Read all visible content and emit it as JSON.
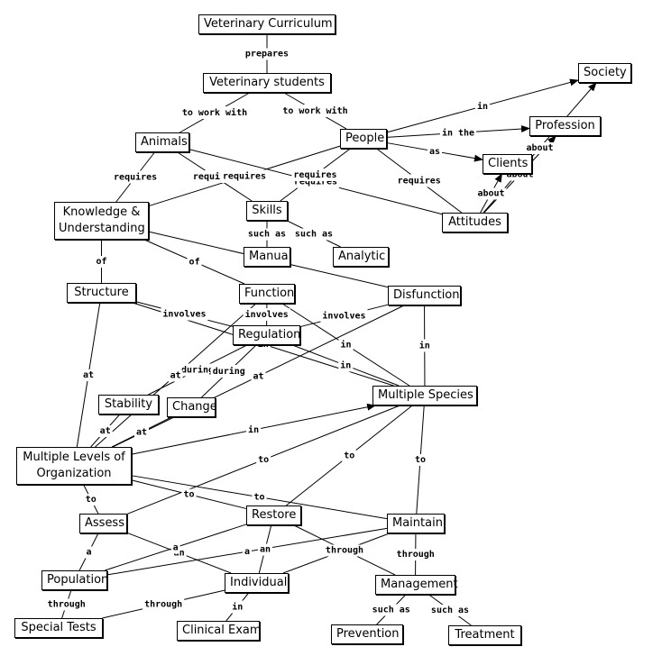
{
  "nodes": {
    "vet_curriculum": "Veterinary Curriculum",
    "vet_students": "Veterinary students",
    "society": "Society",
    "profession": "Profession",
    "animals": "Animals",
    "people": "People",
    "clients": "Clients",
    "knowledge": "Knowledge & Understanding",
    "skills": "Skills",
    "attitudes": "Attitudes",
    "manual": "Manual",
    "analytic": "Analytic",
    "structure": "Structure",
    "function": "Function",
    "disfunction": "Disfunction",
    "regulation": "Regulation",
    "multiple_species": "Multiple Species",
    "stability": "Stability",
    "change": "Change",
    "multiple_levels": "Multiple Levels of Organization",
    "assess": "Assess",
    "restore": "Restore",
    "maintain": "Maintain",
    "population": "Population",
    "individual": "Individual",
    "management": "Management",
    "special_tests": "Special Tests",
    "clinical_exam": "Clinical Exam",
    "prevention": "Prevention",
    "treatment": "Treatment"
  },
  "edges": [
    {
      "from": "vet_curriculum",
      "to": "vet_students",
      "label": "prepares"
    },
    {
      "from": "vet_students",
      "to": "animals",
      "label": "to work with"
    },
    {
      "from": "vet_students",
      "to": "people",
      "label": "to work with"
    },
    {
      "from": "people",
      "to": "society",
      "label": "in",
      "arrow": true
    },
    {
      "from": "people",
      "to": "profession",
      "label": "in the",
      "arrow": true
    },
    {
      "from": "people",
      "to": "clients",
      "label": "as",
      "arrow": true
    },
    {
      "from": "animals",
      "to": "attitudes",
      "label": "requires"
    },
    {
      "from": "animals",
      "to": "knowledge",
      "label": "requires"
    },
    {
      "from": "animals",
      "to": "skills",
      "label": "requires"
    },
    {
      "from": "people",
      "to": "knowledge",
      "label": "requires"
    },
    {
      "from": "people",
      "to": "skills",
      "label": "requires"
    },
    {
      "from": "people",
      "to": "attitudes",
      "label": "requires"
    },
    {
      "from": "attitudes",
      "to": "clients",
      "label": "about",
      "arrow": true
    },
    {
      "from": "attitudes",
      "to": "profession",
      "label": "about",
      "arrow": true
    },
    {
      "from": "attitudes",
      "to": "society",
      "label": "about",
      "arrow": true
    },
    {
      "from": "skills",
      "to": "manual",
      "label": "such as"
    },
    {
      "from": "skills",
      "to": "analytic",
      "label": "such as"
    },
    {
      "from": "knowledge",
      "to": "structure",
      "label": "of"
    },
    {
      "from": "knowledge",
      "to": "function",
      "label": "of"
    },
    {
      "from": "knowledge",
      "to": "disfunction",
      "label": "of"
    },
    {
      "from": "structure",
      "to": "regulation",
      "label": "involves"
    },
    {
      "from": "function",
      "to": "regulation",
      "label": "involves"
    },
    {
      "from": "disfunction",
      "to": "regulation",
      "label": "involves"
    },
    {
      "from": "structure",
      "to": "multiple_species",
      "label": "in"
    },
    {
      "from": "function",
      "to": "multiple_species",
      "label": "in"
    },
    {
      "from": "regulation",
      "to": "multiple_species",
      "label": "in"
    },
    {
      "from": "disfunction",
      "to": "multiple_species",
      "label": "in"
    },
    {
      "from": "regulation",
      "to": "stability",
      "label": "during"
    },
    {
      "from": "regulation",
      "to": "change",
      "label": "during"
    },
    {
      "from": "structure",
      "to": "multiple_levels",
      "label": "at"
    },
    {
      "from": "function",
      "to": "multiple_levels",
      "label": "at"
    },
    {
      "from": "stability",
      "to": "multiple_levels",
      "label": "at"
    },
    {
      "from": "change",
      "to": "multiple_levels",
      "label": "at"
    },
    {
      "from": "disfunction",
      "to": "multiple_levels",
      "label": "at"
    },
    {
      "from": "multiple_levels",
      "to": "multiple_species",
      "label": "in",
      "arrow": true
    },
    {
      "from": "multiple_levels",
      "to": "assess",
      "label": "to"
    },
    {
      "from": "multiple_levels",
      "to": "restore",
      "label": "to"
    },
    {
      "from": "multiple_levels",
      "to": "maintain",
      "label": "to"
    },
    {
      "from": "multiple_species",
      "to": "assess",
      "label": "to"
    },
    {
      "from": "multiple_species",
      "to": "restore",
      "label": "to"
    },
    {
      "from": "multiple_species",
      "to": "maintain",
      "label": "to"
    },
    {
      "from": "assess",
      "to": "population",
      "label": "a"
    },
    {
      "from": "assess",
      "to": "individual",
      "label": "an"
    },
    {
      "from": "restore",
      "to": "population",
      "label": "a"
    },
    {
      "from": "restore",
      "to": "individual",
      "label": "an"
    },
    {
      "from": "maintain",
      "to": "population",
      "label": "a"
    },
    {
      "from": "maintain",
      "to": "individual",
      "label": "an"
    },
    {
      "from": "restore",
      "to": "management",
      "label": "through"
    },
    {
      "from": "maintain",
      "to": "management",
      "label": "through"
    },
    {
      "from": "population",
      "to": "special_tests",
      "label": "through"
    },
    {
      "from": "individual",
      "to": "special_tests",
      "label": "through"
    },
    {
      "from": "individual",
      "to": "clinical_exam",
      "label": "in"
    },
    {
      "from": "management",
      "to": "prevention",
      "label": "such as"
    },
    {
      "from": "management",
      "to": "treatment",
      "label": "such as"
    }
  ]
}
